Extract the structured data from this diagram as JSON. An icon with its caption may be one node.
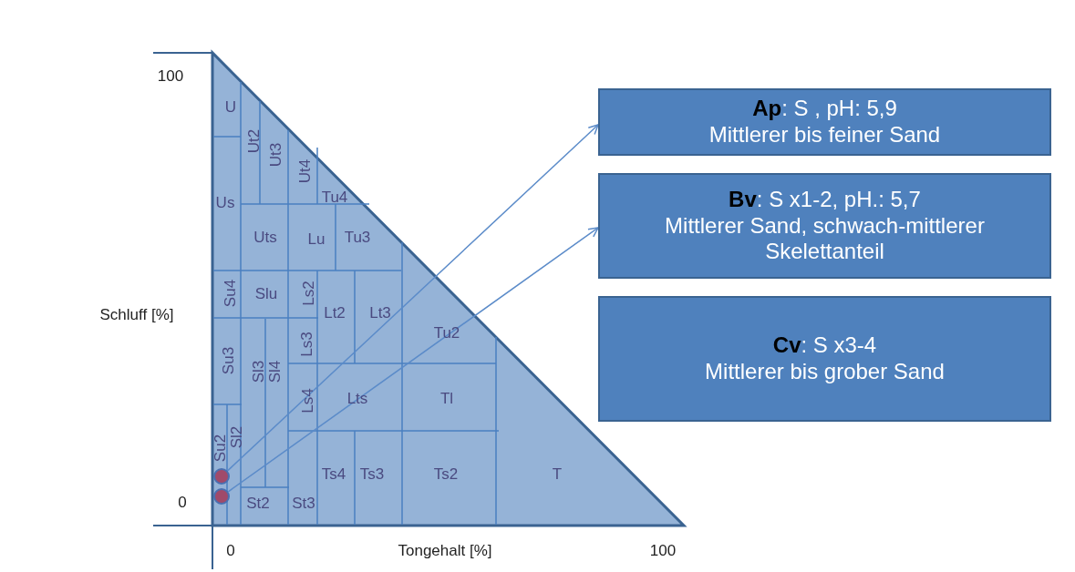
{
  "diagram": {
    "nodes": [
      {
        "text": [
          "**Ap**: S , pH: 5,9",
          "Mittlerer bis feiner Sand"
        ]
      },
      {
        "text": [
          "**Bv**: S x1-2, pH.: 5,7",
          "Mittlerer Sand, schwach-mittlerer Skelettanteil"
        ]
      },
      {
        "text": [
          "**Cv**: S x3-4",
          "Mittlerer bis grober Sand"
        ]
      },
      {
        "text": [],
        "shape": "circle"
      },
      {
        "text": [],
        "shape": "circle"
      }
    ],
    "edges": [
      {
        "from": 3,
        "to": 0,
        "arrow": "to"
      },
      {
        "from": 4,
        "to": 1,
        "arrow": "to"
      }
    ],
    "labels": [
      "100",
      "U",
      "Ut2",
      "Ut3",
      "Ut4",
      "Us",
      "Tu4",
      "Uts",
      "Lu",
      "Tu3",
      "Schluff [%]",
      "Su4",
      "Slu",
      "Ls2",
      "Lt2",
      "Lt3",
      "Tu2",
      "Ls3",
      "Su3",
      "Sl3",
      "Sl4",
      "Ls4",
      "Lts",
      "Tl",
      "Su2",
      "Sl2",
      "Ts4",
      "Ts3",
      "Ts2",
      "T",
      "0",
      "St2",
      "St3",
      "0",
      "Tongehalt [%]",
      "100"
    ]
  }
}
